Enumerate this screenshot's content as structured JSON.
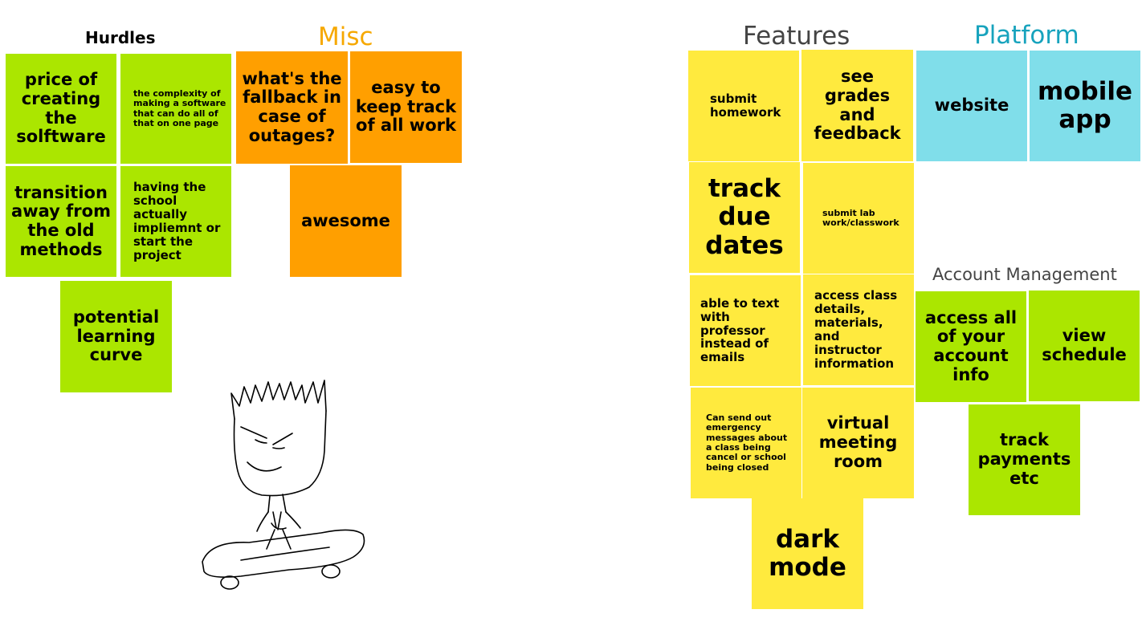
{
  "sections": {
    "hurdles": "Hurdles",
    "misc": "Misc",
    "features": "Features",
    "platform": "Platform",
    "account": "Account Management"
  },
  "colors": {
    "hurdles_heading": "#000000",
    "misc_heading": "#f6a800",
    "features_heading": "#444444",
    "platform_heading": "#17a3bd",
    "account_heading": "#444444",
    "green_note": "#abe600",
    "orange_note": "#ff9f00",
    "yellow_note": "#ffea3e",
    "blue_note": "#80deea"
  },
  "notes": {
    "price": "price of creating the solftware",
    "complexity": "the complexity of making a software that can do all of that on one page",
    "transition": "transition away from the old methods",
    "school": "having the school actually impliemnt or start the project",
    "learning": "potential learning curve",
    "fallback": "what's the fallback in case of outages?",
    "easy": "easy to keep track of all work",
    "awesome": "awesome",
    "submit_hw": "submit homework",
    "grades": "see grades and feedback",
    "due": "track due dates",
    "lab": "submit lab work/classwork",
    "text_prof": "able to text with professor instead of emails",
    "class_details": "access class details, materials, and instructor information",
    "emergency": "Can send out emergency messages about a class being cancel or school being closed",
    "virtual": "virtual meeting room",
    "dark": "dark mode",
    "website": "website",
    "mobile": "mobile app",
    "account_info": "access all of your account info",
    "schedule": "view schedule",
    "payments": "track payments etc"
  },
  "drawing": {
    "icon": "skateboarder-doodle-icon"
  }
}
